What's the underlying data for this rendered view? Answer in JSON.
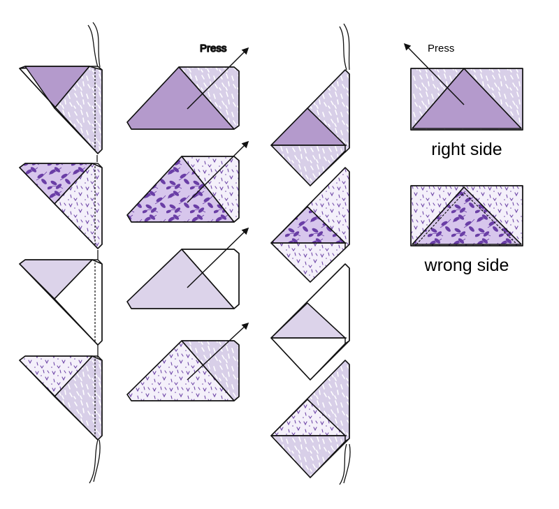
{
  "labels": {
    "press": "Press",
    "right_side": "right side",
    "wrong_side": "wrong side"
  },
  "colors": {
    "outline": "#111111",
    "solid_purple": "#b49acc",
    "light_lilac": "#dcd3ea",
    "speckle_bg": "#d8cfe8",
    "leaf_bg": "#d7c6ec",
    "leaf_color": "#6a3ea6",
    "sprig_bg": "#f4f0fa",
    "sprig_color": "#7048a8",
    "thread": "#111111"
  },
  "fabrics": [
    "solid-purple",
    "leaf-print",
    "light-lilac",
    "sprig-print"
  ]
}
